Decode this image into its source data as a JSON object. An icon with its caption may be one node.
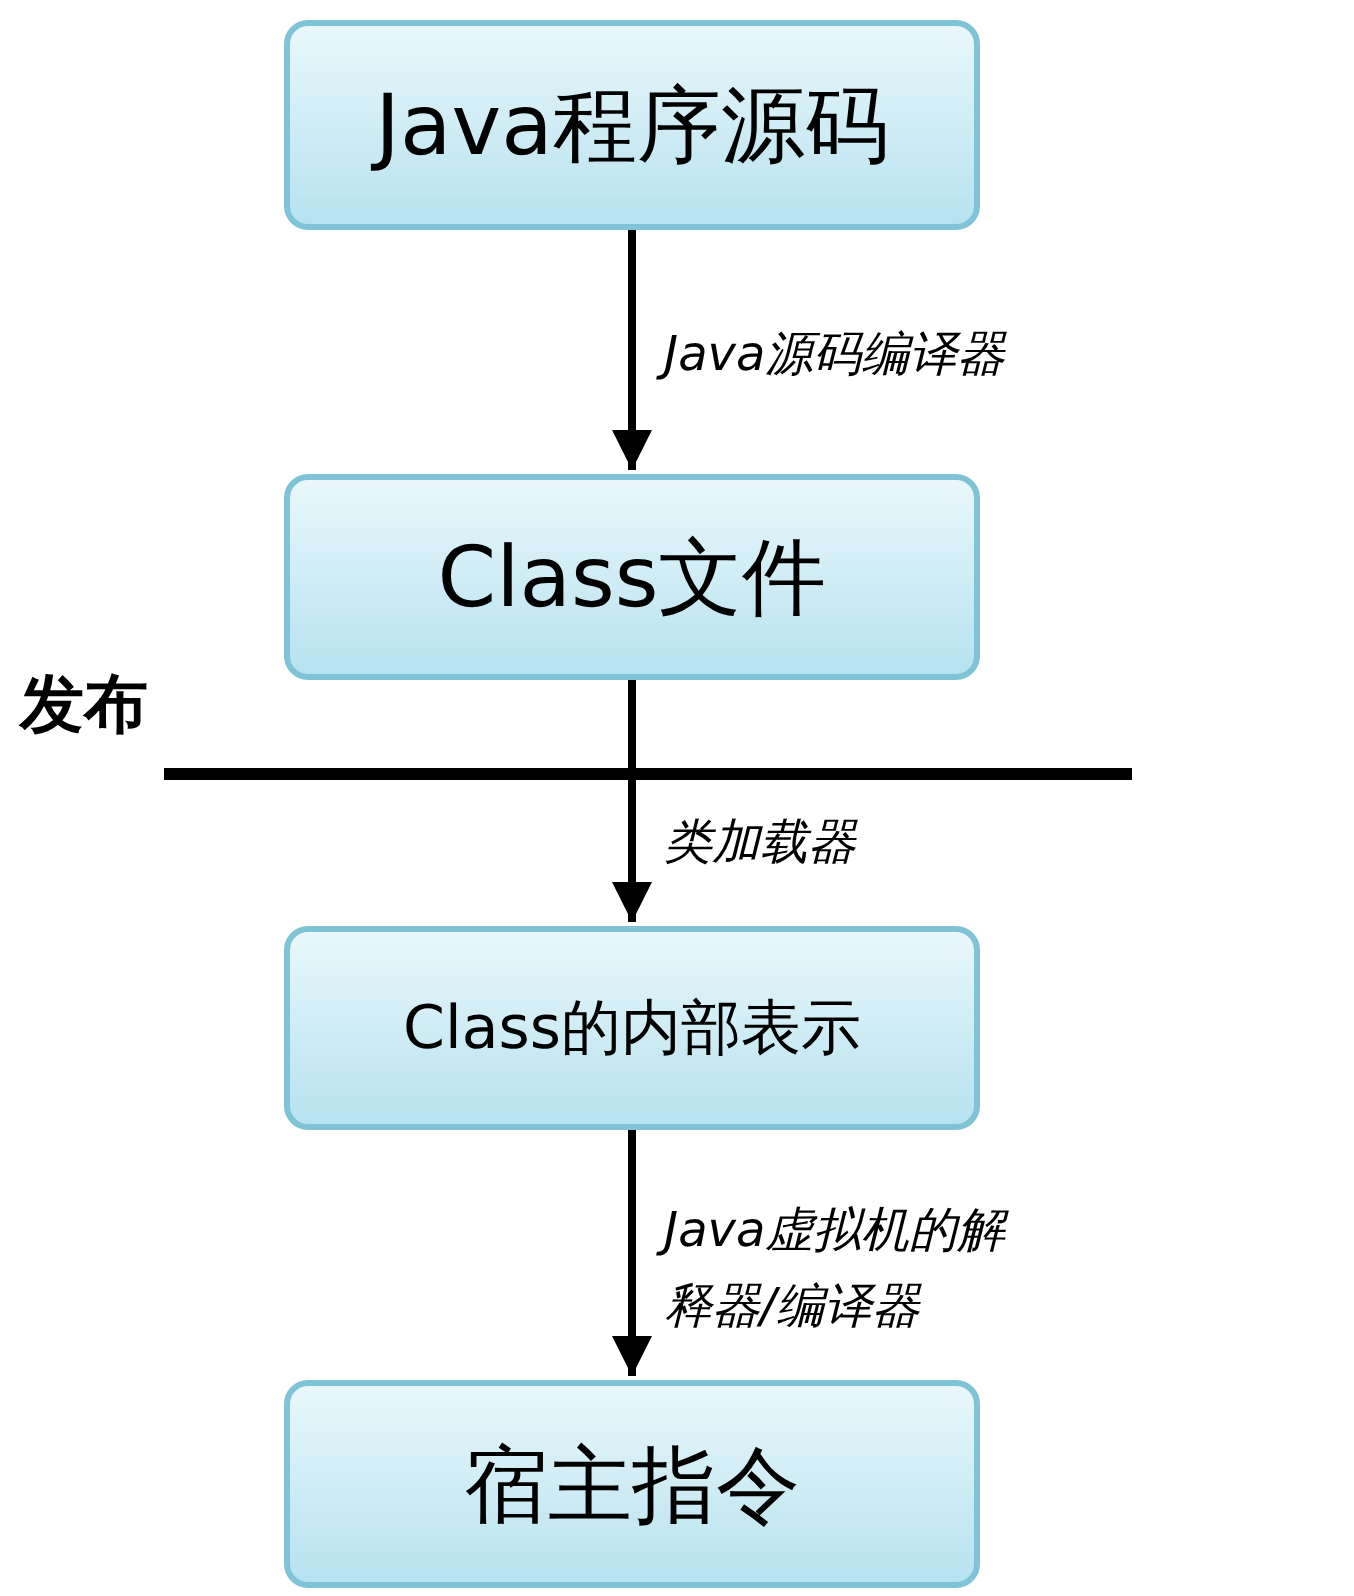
{
  "diagram": {
    "nodes": [
      {
        "text": [
          "Java程序源码"
        ]
      },
      {
        "text": [
          "Class文件"
        ]
      },
      {
        "text": [
          "Class的内部表示"
        ]
      },
      {
        "text": [
          "宿主指令"
        ]
      }
    ],
    "edges": [
      {
        "from": 0,
        "to": 1,
        "arrow": "to",
        "label": "Java源码编译器"
      },
      {
        "from": 1,
        "to": 2,
        "arrow": "to",
        "label": "类加载器"
      },
      {
        "from": 2,
        "to": 3,
        "arrow": "to",
        "label": "Java虚拟机的解释器/编译器"
      }
    ],
    "labels": [
      "发布"
    ]
  }
}
